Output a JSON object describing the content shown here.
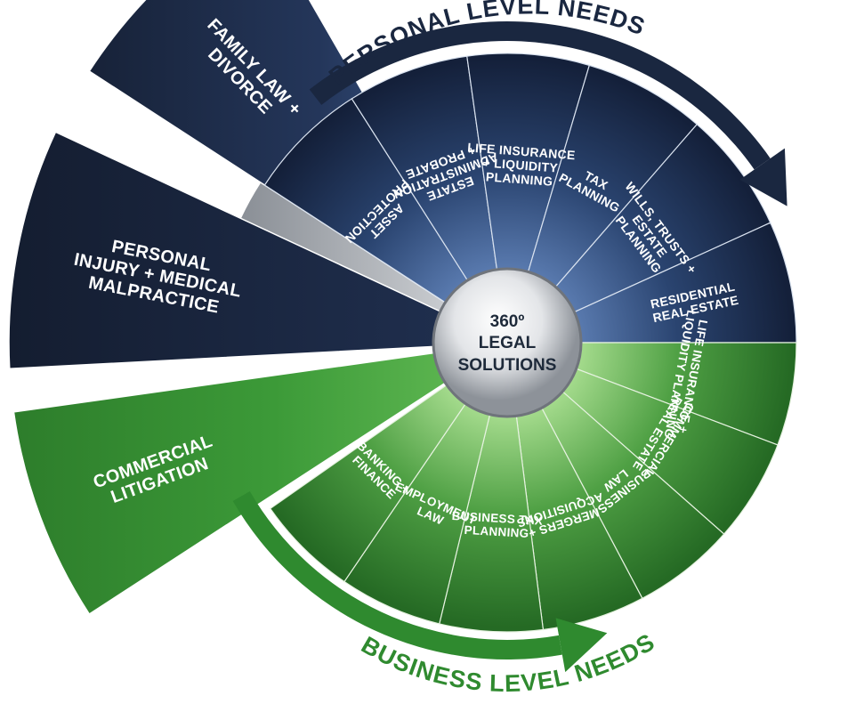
{
  "center": {
    "line1": "360º",
    "line2": "LEGAL",
    "line3": "SOLUTIONS"
  },
  "personal_title": "PERSONAL LEVEL NEEDS",
  "business_title": "BUSINESS LEVEL NEEDS",
  "big_segments": {
    "family": [
      "FAMILY LAW +",
      "DIVORCE"
    ],
    "injury": [
      "PERSONAL",
      "INJURY + MEDICAL",
      "MALPRACTICE"
    ],
    "litigation": [
      "COMMERCIAL",
      "LITIGATION"
    ]
  },
  "personal_segments": [
    [
      "ASSET",
      "PROTECTION"
    ],
    [
      "ESTATE",
      "ADMINISTRATION",
      "+ PROBATE"
    ],
    [
      "LIFE INSURANCE",
      "+ LIQUIDITY",
      "PLANNING"
    ],
    [
      "TAX",
      "PLANNING"
    ],
    [
      "WILLS, TRUSTS +",
      "ESTATE",
      "PLANNING"
    ],
    [
      "RESIDENTIAL",
      "REAL ESTATE"
    ]
  ],
  "business_segments": [
    [
      "LIFE INSURANCE +",
      "LIQUIDITY PLANNING"
    ],
    [
      "COMMERCIAL",
      "REAL ESTATE"
    ],
    [
      "BUSINESS",
      "LAW"
    ],
    [
      "MERGERS +",
      "ACQUISITIONS"
    ],
    [
      "BUSINESS TAX",
      "PLANNING"
    ],
    [
      "EMPLOYMENT",
      "LAW"
    ],
    [
      "BANKING +",
      "FINANCE"
    ]
  ],
  "colors": {
    "navy_dark": "#151f33",
    "navy_light": "#3f5f91",
    "green_dark": "#2c7a2a",
    "green_light": "#7cc466",
    "arrow_navy": "#1a2740",
    "arrow_green": "#2f8a2f",
    "center_text": "#1e2a3a"
  }
}
